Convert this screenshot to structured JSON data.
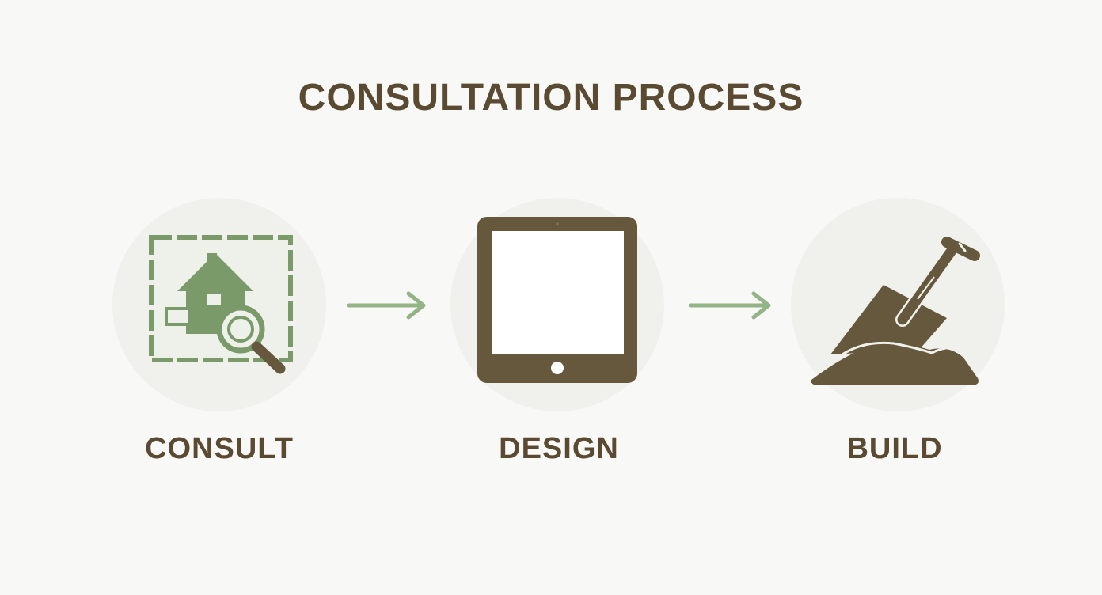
{
  "title": "CONSULTATION PROCESS",
  "steps": [
    {
      "label": "CONSULT",
      "icon": "house-search-icon"
    },
    {
      "label": "DESIGN",
      "icon": "tablet-icon"
    },
    {
      "label": "BUILD",
      "icon": "shovel-icon"
    }
  ],
  "colors": {
    "background": "#f8f8f6",
    "brown": "#66583d",
    "green": "#7a9a6a",
    "arrow": "#93b486",
    "circle": "#f0f1ec"
  }
}
